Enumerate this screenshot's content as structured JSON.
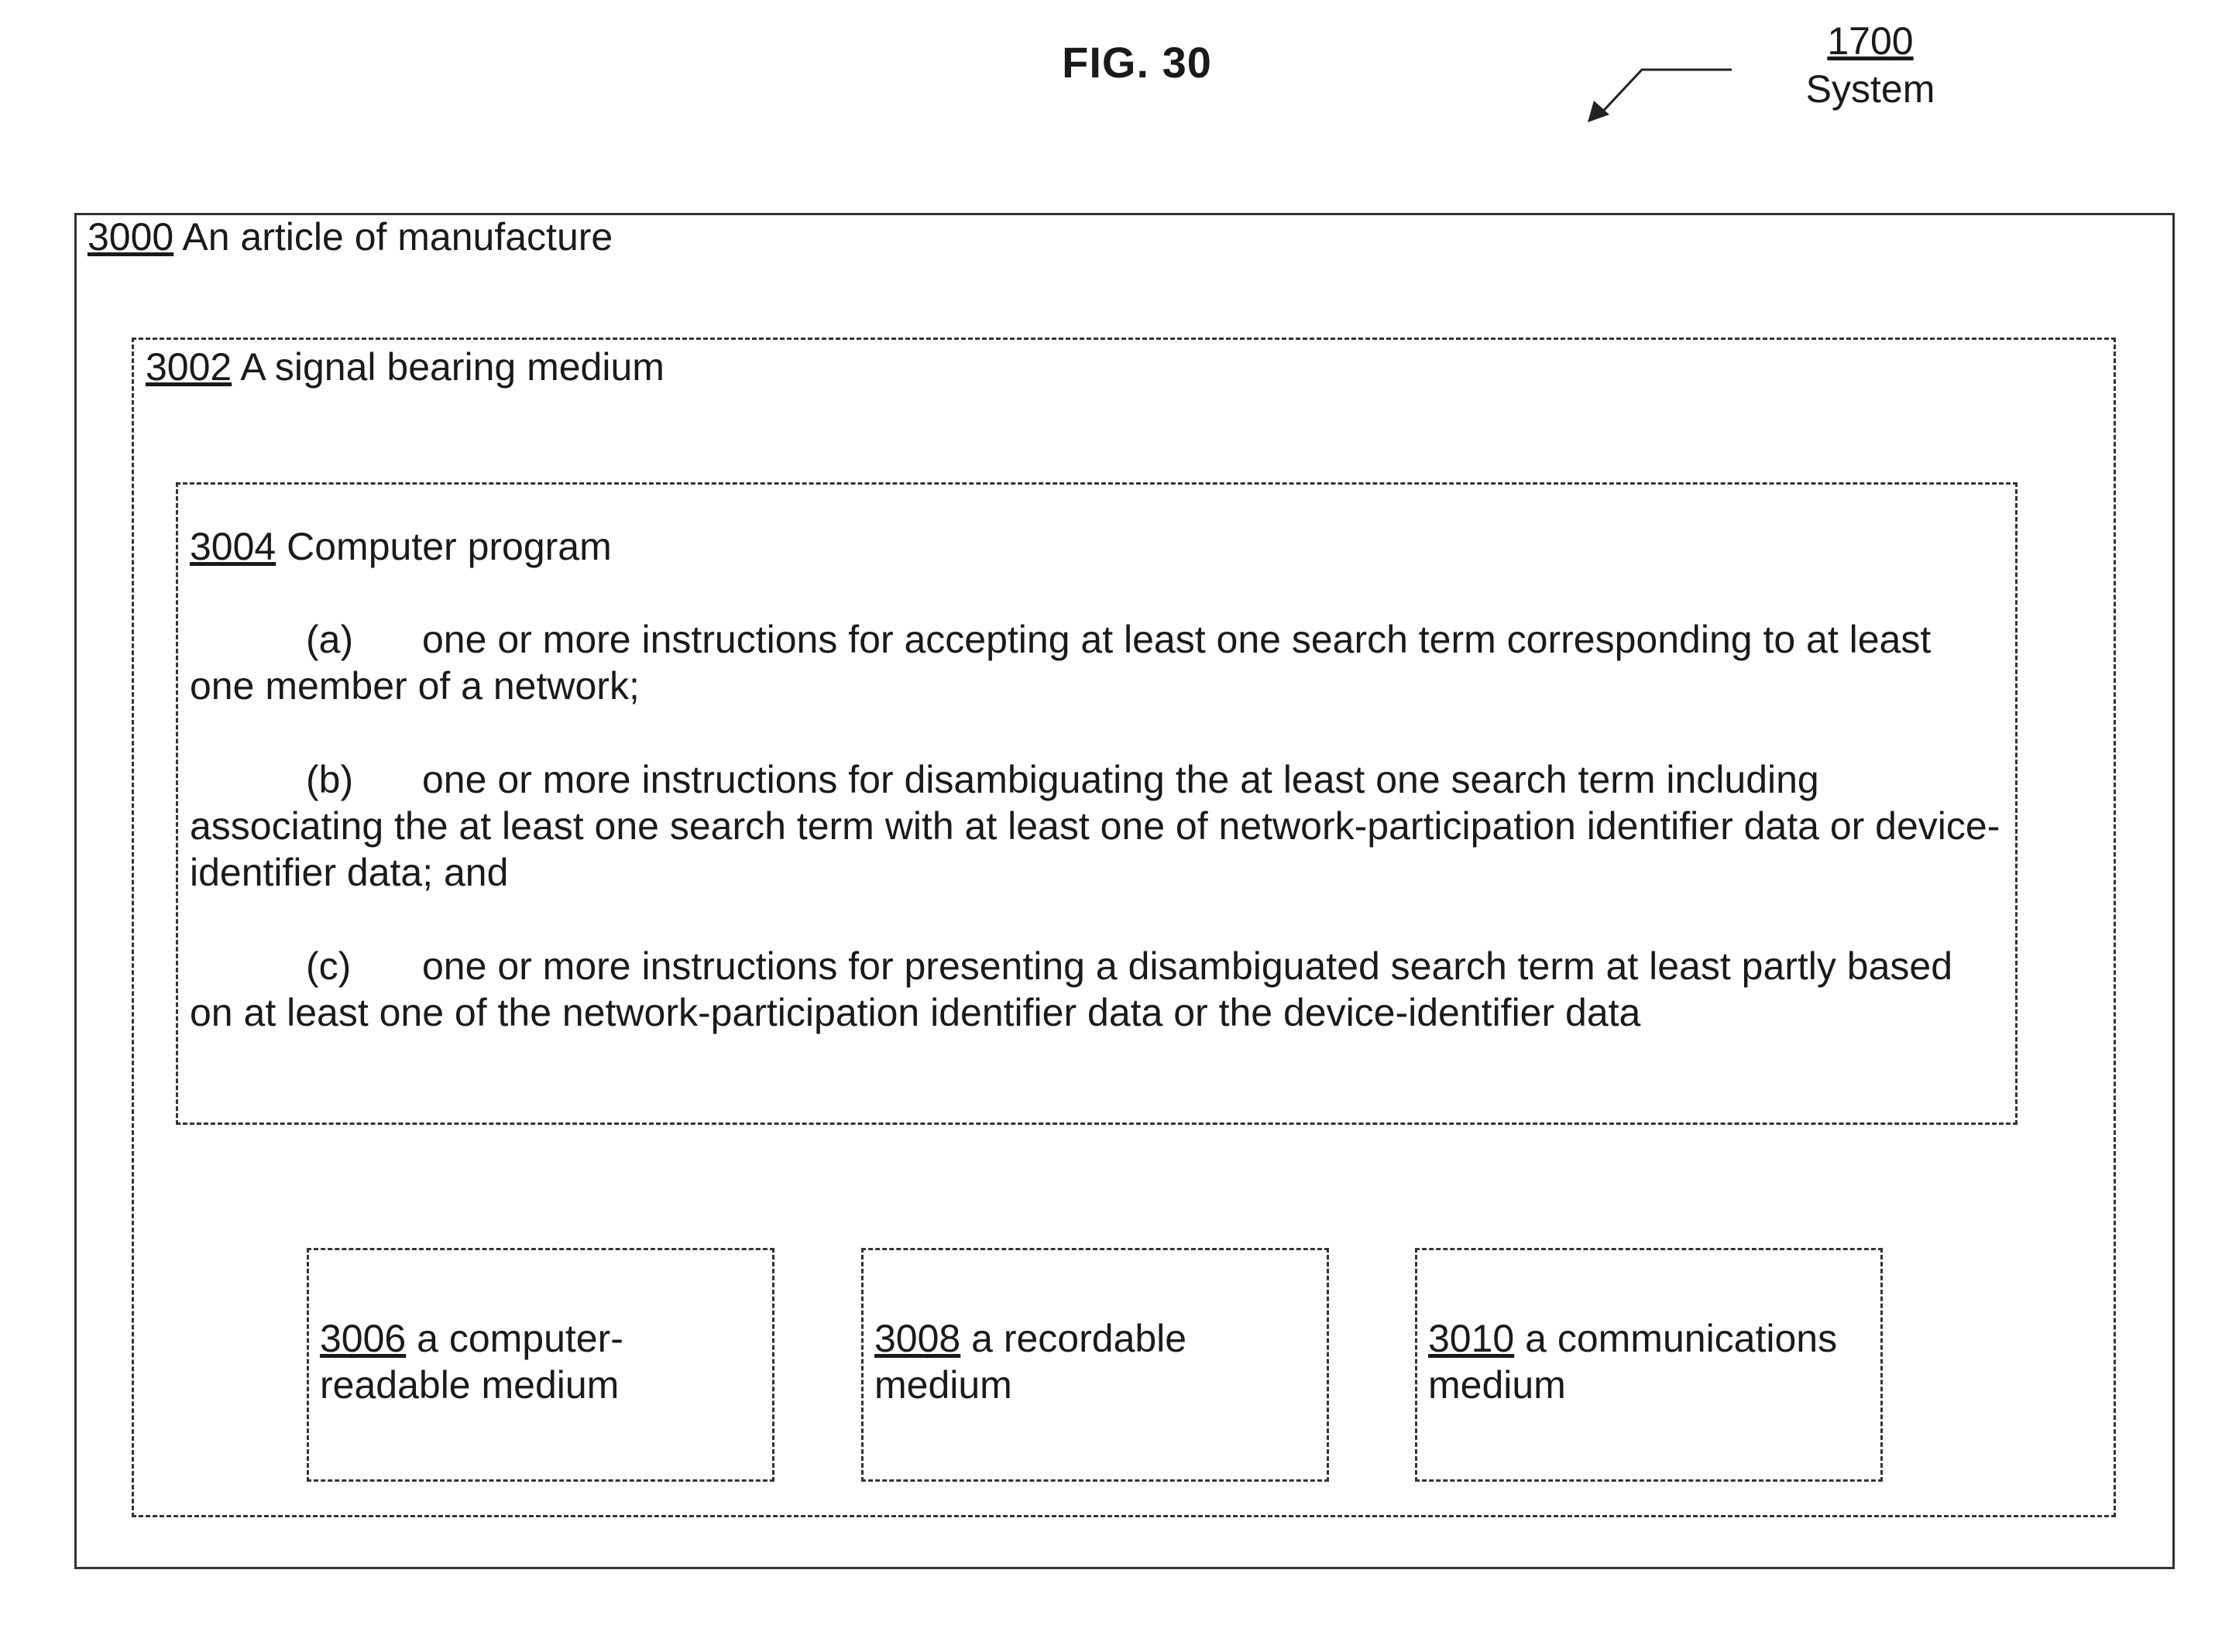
{
  "figure": {
    "title": "FIG. 30",
    "system_ref": "1700",
    "system_label": "System"
  },
  "article": {
    "ref": "3000",
    "label": "An article of manufacture"
  },
  "signal_medium": {
    "ref": "3002",
    "label": "A signal bearing medium"
  },
  "program": {
    "ref": "3004",
    "label": "Computer program",
    "items": [
      {
        "tag": "(a)",
        "text": "one or more instructions for accepting at least one search term corresponding to at least one member of a network;"
      },
      {
        "tag": "(b)",
        "text": "one or more instructions for disambiguating the at least one search term including associating the at least one search term with at least one of network-participation identifier data or device-identifier data; and"
      },
      {
        "tag": "(c)",
        "text": "one or more instructions for presenting a disambiguated search term at least partly based on at least one of the network-participation identifier data or the device-identifier data"
      }
    ]
  },
  "media": [
    {
      "ref": "3006",
      "label": "a computer-readable medium"
    },
    {
      "ref": "3008",
      "label": "a recordable medium"
    },
    {
      "ref": "3010",
      "label": "a communications medium"
    }
  ]
}
